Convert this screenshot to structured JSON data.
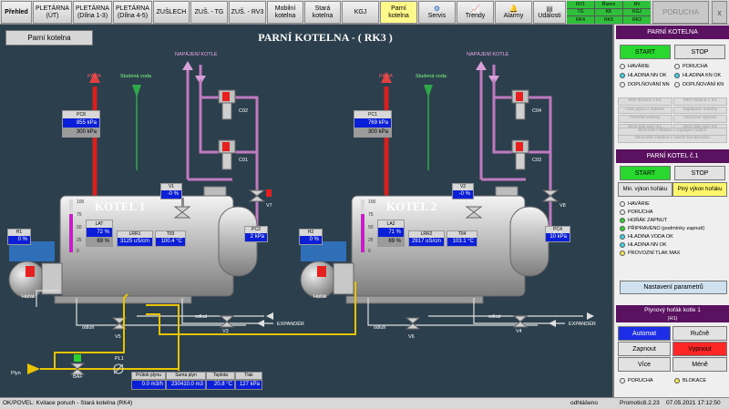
{
  "toolbar": {
    "items": [
      {
        "label": "Přehled"
      },
      {
        "label": "PLETÁRNA\n(ÚT)"
      },
      {
        "label": "PLETÁRNA\n(Dílna 1-3)"
      },
      {
        "label": "PLETÁRNA\n(Dílna 4-5)"
      },
      {
        "label": "ZUŠLECH"
      },
      {
        "label": "ZUŠ. - TG"
      },
      {
        "label": "ZUŠ. - RV3"
      },
      {
        "label": "Mobilní\nkotelna"
      },
      {
        "label": "Stará\nkotelna"
      },
      {
        "label": "KGJ"
      },
      {
        "label": "Parní\nkotelna"
      },
      {
        "label": "Servis"
      },
      {
        "label": "Trendy"
      },
      {
        "label": "Alarmy"
      },
      {
        "label": "Události"
      }
    ],
    "status_cells": [
      "RV1",
      "Řízení",
      "RV",
      "TG",
      "KK",
      "KGJ",
      "RK4",
      "RK5",
      "RK3"
    ],
    "poruchy_label": "PORUCHA",
    "close_label": "x"
  },
  "main": {
    "page_button": "Parní kotelna",
    "title": "PARNÍ KOTELNA - ( RK3 )",
    "labels": {
      "para": "PÁRA",
      "studena": "Studená voda",
      "napajeni": "NAPÁJENÍ KOTLE",
      "horak": "Hořák",
      "odluh": "odluh",
      "odkal": "odkal",
      "expander": "EXPANDÉR",
      "plyn": "Plyn"
    },
    "kotel1": {
      "title": "KOTEL 1",
      "pc": {
        "tag": "PC8",
        "v1": "855 kPa",
        "v2": "300 kPa"
      },
      "lat": {
        "tag": "LAT",
        "v1": "72 %",
        "v2": "69 %"
      },
      "lrr": {
        "tag": "LRR1",
        "v": "3125 uS/cm"
      },
      "tot": {
        "tag": "T03",
        "v": "100.4 °C"
      },
      "v1": {
        "tag": "V1",
        "v": "-0 %"
      },
      "pc2": {
        "tag": "PC2",
        "v": "2 kPa"
      },
      "h1": {
        "tag": "H1",
        "v": "0 %"
      },
      "valves": [
        "C02",
        "C01",
        "V1",
        "V7",
        "V3",
        "V5"
      ],
      "scale": [
        "100",
        "75",
        "50",
        "25",
        "0"
      ]
    },
    "kotel2": {
      "title": "KOTEL 2",
      "pc": {
        "tag": "PC1",
        "v1": "769 kPa",
        "v2": "300 kPa"
      },
      "lat": {
        "tag": "LA2",
        "v1": "71 %",
        "v2": "69 %"
      },
      "lrr": {
        "tag": "LRR2",
        "v": "2917 uS/cm"
      },
      "tot": {
        "tag": "T04",
        "v": "103.1 °C"
      },
      "v1": {
        "tag": "V2",
        "v": "-0 %"
      },
      "pc2": {
        "tag": "PC4",
        "v": "10 kPa"
      },
      "h1": {
        "tag": "H2",
        "v": "0 %"
      },
      "valves": [
        "C04",
        "C03",
        "V2",
        "V8",
        "V4",
        "V6"
      ],
      "scale": [
        "100",
        "75",
        "50",
        "25",
        "0"
      ]
    },
    "gas": {
      "valve_tag": "BAF",
      "pl_tag": "PL1",
      "headers": [
        "Průtok plynu",
        "Suma plyn",
        "Teplota",
        "Tlak"
      ],
      "values": [
        "0.0 m3/h",
        "230410.0 m3",
        "20.8 °C",
        "127 kPa"
      ]
    }
  },
  "panel": {
    "head1": "PARNÍ KOTELNA",
    "start": "START",
    "stop": "STOP",
    "ind1": [
      "HAVÁRIE",
      "PORUCHA",
      "HLADINA NN OK",
      "HLADINA KN OK",
      "DOPLŇOVÁNÍ NN",
      "DOPLŇOVÁNÍ KN"
    ],
    "grey_pairs": [
      "MIN hladina v K1",
      "MIN hladina v K2",
      "Únik plynu v kotelně",
      "Zaplavení kotelny",
      "Přehřátí kotelny",
      "Nouzové vypnutí",
      "MAX tlak páry K1",
      "MAX tlak páry K2"
    ],
    "grey_wide": [
      "Minimální hladina v napájecí nádrži",
      "Minimální hladina v nádrži kondenzátu"
    ],
    "head2": "PARNÍ KOTEL č.1",
    "start2": "START",
    "stop2": "STOP",
    "min_vykon": "Min. výkon hořáku",
    "plny_vykon": "Plný výkon hořáku",
    "ind2": [
      "HAVÁRIE",
      "PORUCHA",
      "HOŘÁK ZAPNUT",
      "PŘIPRAVENO (podmínky zapnutí)",
      "HLADINA VODA OK",
      "HLADINA NN OK",
      "PROVOZNÍ TLAK MAX"
    ],
    "nastaveni": "Nastavení parametrů",
    "head3": "Plynový hořák kotle 1",
    "head3b": "(H1)",
    "automat": "Automat",
    "rucne": "Ručně",
    "zapnout": "Zapnout",
    "vypnout": "Vypnout",
    "vice": "Více",
    "mene": "Méně",
    "porucha": "PORUCHA",
    "blokace": "BLOKACE"
  },
  "statusbar": {
    "message": "OK/POVEL: Kvitace poruch - Stará kotelna (RK4)",
    "login": "odhlášeno",
    "version": "Promotic8.2.23",
    "datetime": "07.05.2021 17:12:50"
  },
  "colors": {
    "background": "#2c3f4d",
    "steam": "#e02020",
    "water": "#2bb24c",
    "feed": "#c77fc7",
    "gas": "#e8c400"
  }
}
